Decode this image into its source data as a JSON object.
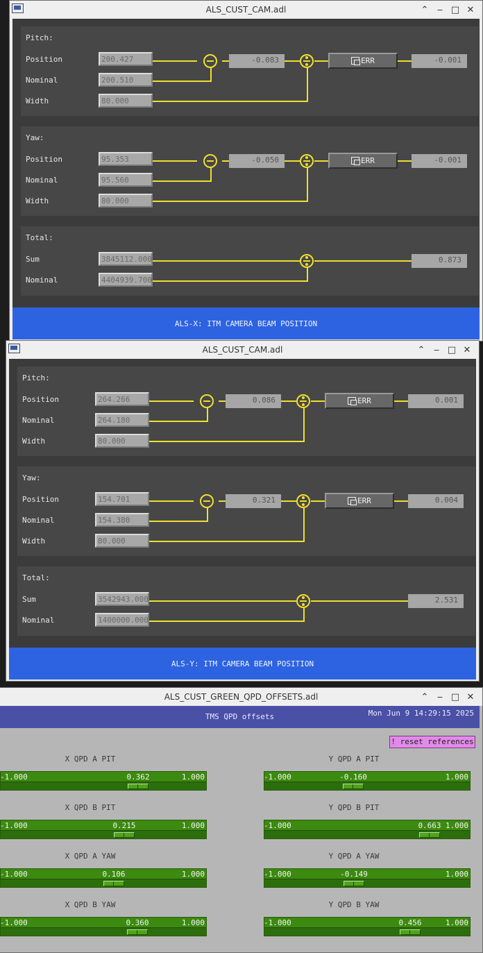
{
  "win1": {
    "title": "ALS_CUST_CAM.adl",
    "pitch": {
      "label": "Pitch:",
      "position_label": "Position",
      "nominal_label": "Nominal",
      "width_label": "Width",
      "position": "200.427",
      "nominal": "200.510",
      "width": "80.000",
      "diff": "-0.083",
      "err_label": "ERR",
      "result": "-0.001"
    },
    "yaw": {
      "label": "Yaw:",
      "position_label": "Position",
      "nominal_label": "Nominal",
      "width_label": "Width",
      "position": "95.353",
      "nominal": "95.560",
      "width": "80.000",
      "diff": "-0.050",
      "err_label": "ERR",
      "result": "-0.001"
    },
    "total": {
      "label": "Total:",
      "sum_label": "Sum",
      "nominal_label": "Nominal",
      "sum": "3845112.000",
      "nominal": "4404939.700",
      "result": "0.873"
    },
    "banner": "ALS-X: ITM CAMERA BEAM POSITION"
  },
  "win2": {
    "title": "ALS_CUST_CAM.adl",
    "pitch": {
      "label": "Pitch:",
      "position_label": "Position",
      "nominal_label": "Nominal",
      "width_label": "Width",
      "position": "264.266",
      "nominal": "264.180",
      "width": "80.000",
      "diff": "0.086",
      "err_label": "ERR",
      "result": "0.001"
    },
    "yaw": {
      "label": "Yaw:",
      "position_label": "Position",
      "nominal_label": "Nominal",
      "width_label": "Width",
      "position": "154.701",
      "nominal": "154.380",
      "width": "80.000",
      "diff": "0.321",
      "err_label": "ERR",
      "result": "0.004"
    },
    "total": {
      "label": "Total:",
      "sum_label": "Sum",
      "nominal_label": "Nominal",
      "sum": "3542943.000",
      "nominal": "1400000.000",
      "result": "2.531"
    },
    "banner": "ALS-Y: ITM CAMERA BEAM POSITION"
  },
  "win3": {
    "title": "ALS_CUST_GREEN_QPD_OFFSETS.adl",
    "header": "TMS QPD offsets",
    "datetime": "Mon Jun  9 14:29:15 2025",
    "reset_label": "! reset references",
    "sliders": [
      {
        "label": "X QPD A PIT",
        "min": "-1.000",
        "value": "0.362",
        "max": "1.000",
        "level": 0.362
      },
      {
        "label": "Y QPD A PIT",
        "min": "-1.000",
        "value": "-0.160",
        "max": "1.000",
        "level": -0.16
      },
      {
        "label": "X QPD B PIT",
        "min": "-1.000",
        "value": "0.215",
        "max": "1.000",
        "level": 0.215
      },
      {
        "label": "Y QPD B PIT",
        "min": "-1.000",
        "value": "0.663",
        "max": "1.000",
        "level": 0.663
      },
      {
        "label": "X QPD A YAW",
        "min": "-1.000",
        "value": "0.106",
        "max": "1.000",
        "level": 0.106
      },
      {
        "label": "Y QPD A YAW",
        "min": "-1.000",
        "value": "-0.149",
        "max": "1.000",
        "level": -0.149
      },
      {
        "label": "X QPD B YAW",
        "min": "-1.000",
        "value": "0.360",
        "max": "1.000",
        "level": 0.36
      },
      {
        "label": "Y QPD B YAW",
        "min": "-1.000",
        "value": "0.456",
        "max": "1.000",
        "level": 0.456
      }
    ]
  },
  "icons": {
    "min": "‒",
    "max": "□",
    "close": "✕",
    "shade": "⌃"
  }
}
